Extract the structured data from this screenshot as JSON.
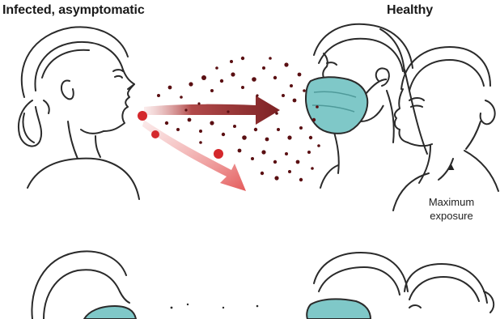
{
  "labels": {
    "infected": "Infected, asymptomatic",
    "healthy": "Healthy",
    "exposure_line1": "Maximum",
    "exposure_line2": "exposure",
    "exposure_marker": "▲"
  },
  "colors": {
    "ink": "#2a2a2a",
    "mask": "#7fc8c8",
    "droplet_dark": "#5a0f12",
    "arrow_main": "#8c2b2b",
    "arrow_light": "#e06a6a",
    "droplet_red": "#d4282c"
  }
}
